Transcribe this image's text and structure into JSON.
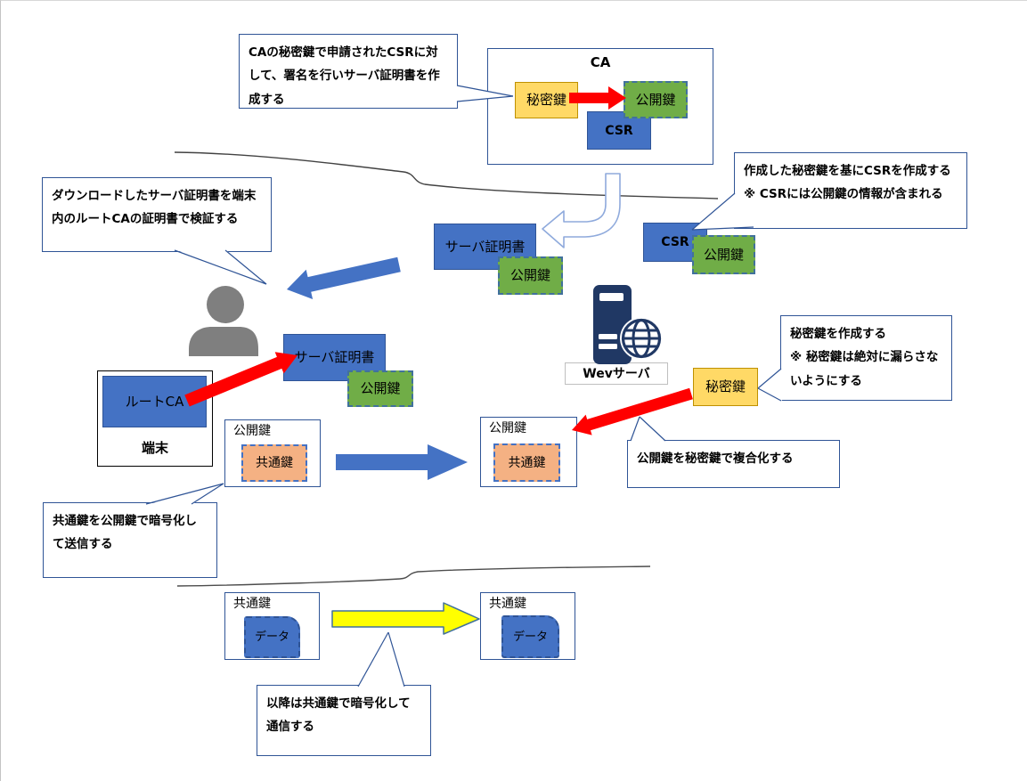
{
  "ca": {
    "label": "CA",
    "private_key": "秘密鍵",
    "public_key": "公開鍵",
    "csr": "CSR"
  },
  "csr_request": {
    "csr": "CSR",
    "public_key": "公開鍵"
  },
  "download": {
    "server_cert": "サーバ証明書",
    "public_key": "公開鍵"
  },
  "client": {
    "server_cert": "サーバ証明書",
    "public_key": "公開鍵",
    "root_ca": "ルートCA",
    "terminal": "端末"
  },
  "server": {
    "label": "Wevサーバ",
    "private_key": "秘密鍵"
  },
  "exchange": {
    "left_public_key": "公開鍵",
    "left_shared_key": "共通鍵",
    "right_public_key": "公開鍵",
    "right_shared_key": "共通鍵"
  },
  "comm": {
    "left_shared_key": "共通鍵",
    "left_data": "データ",
    "right_shared_key": "共通鍵",
    "right_data": "データ"
  },
  "callouts": {
    "sign": "CAの秘密鍵で申請されたCSRに対して、署名を行いサーバ証明書を作成する",
    "csr_note": "作成した秘密鍵を基にCSRを作成する\n※ CSRには公開鍵の情報が含まれる",
    "verify": "ダウンロードしたサーバ証明書を端末内のルートCAの証明書で検証する",
    "key_note": "秘密鍵を作成する\n※ 秘密鍵は絶対に漏らさないようにする",
    "decrypt": "公開鍵を秘密鍵で複合化する",
    "send": "共通鍵を公開鍵で暗号化して送信する",
    "comm": "以降は共通鍵で暗号化して通信する"
  },
  "colors": {
    "box_blue": "#4472C4",
    "box_green": "#70AD47",
    "box_yellow": "#FFD966",
    "box_orange": "#F4B183",
    "arrow_red": "#FF0000",
    "arrow_blue": "#4472C4",
    "arrow_yellow": "#FFFF00",
    "border_blue": "#2F5496",
    "server_navy": "#203864",
    "person_gray": "#7F7F7F"
  }
}
